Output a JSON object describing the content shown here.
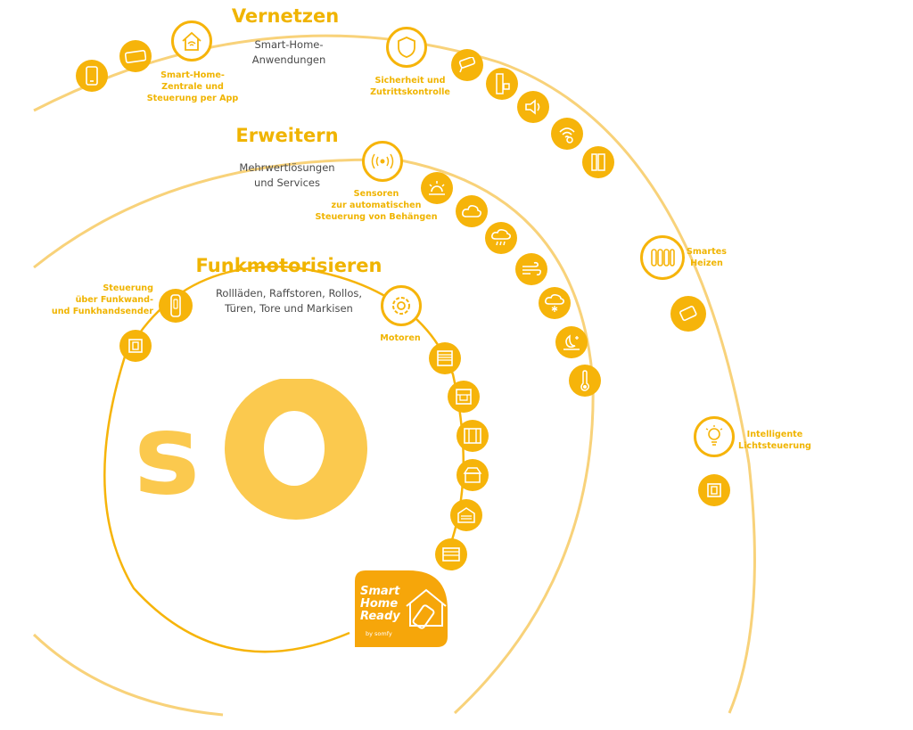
{
  "rings": [
    {
      "title": "Vernetzen",
      "description": "Smart-Home-\nAnwendungen"
    },
    {
      "title": "Erweitern",
      "description": "Mehrwertlösungen\nund Services"
    },
    {
      "title": "Funkmotorisieren",
      "description": "Rollläden, Raffstoren, Rollos,\nTüren, Tore und Markisen"
    }
  ],
  "categories": [
    "Smart-Home-\nZentrale und\nSteuerung per App",
    "Sicherheit und\nZutrittskontrolle",
    "Smartes\nHeizen",
    "Intelligente\nLichtsteuerung",
    "Sensoren\nzur automatischen\nSteuerung von Behängen",
    "Steuerung\nüber Funkwand-\nund Funkhandsender",
    "Motoren"
  ],
  "logo": {
    "text": "sO",
    "badge_text": "Smart\nHome\nReady",
    "badge_brand": "by somfy"
  },
  "colors": {
    "accent": "#f6b40a",
    "ring": "#f8d27a",
    "logo": "#fbc94e",
    "title": "#f0b400",
    "text": "#4a4a4a"
  },
  "icons": {
    "vernetzen": [
      "phone-icon",
      "hub-icon",
      "smart-home-app-icon",
      "shield-icon",
      "camera-icon",
      "door-lock-icon",
      "siren-icon",
      "smoke-detector-icon",
      "door-sensor-icon",
      "radiator-icon",
      "thermostat-icon",
      "light-bulb-icon",
      "light-switch-icon"
    ],
    "erweitern": [
      "wireless-sensor-icon",
      "sun-sensor-icon",
      "cloud-icon",
      "rain-sensor-icon",
      "wind-sensor-icon",
      "frost-sensor-icon",
      "night-sensor-icon",
      "thermometer-icon"
    ],
    "funk": [
      "handheld-remote-icon",
      "wall-switch-icon",
      "motor-icon",
      "roller-shutter-icon",
      "venetian-blind-icon",
      "curtain-icon",
      "awning-icon",
      "garage-door-icon",
      "gate-icon"
    ]
  }
}
